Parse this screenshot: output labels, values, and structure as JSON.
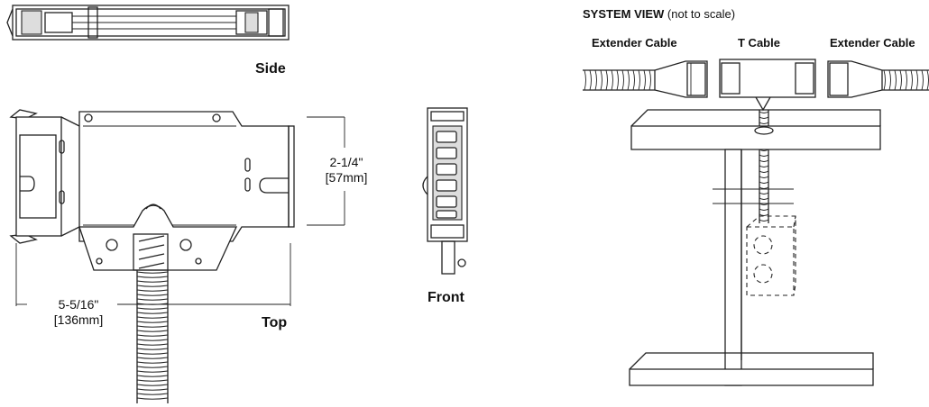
{
  "views": {
    "side": "Side",
    "top": "Top",
    "front": "Front"
  },
  "dimensions": {
    "height_imperial": "2-1/4\"",
    "height_metric": "[57mm]",
    "width_imperial": "5-5/16\"",
    "width_metric": "[136mm]"
  },
  "system_view": {
    "title_bold": "SYSTEM VIEW",
    "title_note": "(not to scale)",
    "labels": [
      "Extender Cable",
      "T Cable",
      "Extender Cable"
    ]
  },
  "colors": {
    "line": "#222222",
    "background": "#ffffff"
  }
}
